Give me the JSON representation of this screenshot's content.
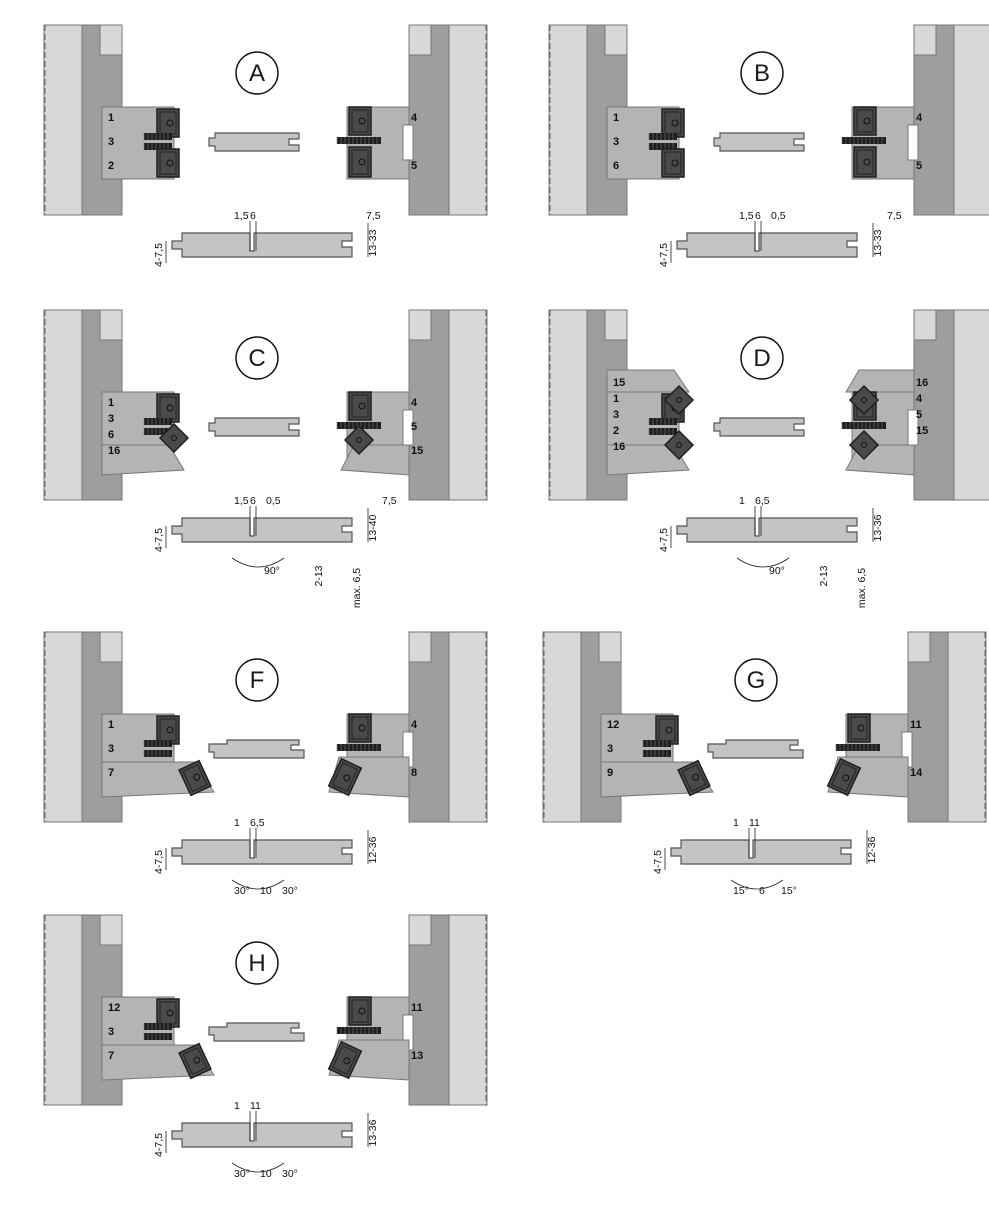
{
  "colors": {
    "frame_light": "#d8d8d8",
    "frame_mid": "#9e9e9e",
    "rail": "#b4b4b4",
    "tool_dark": "#4a4a4a",
    "spindle": "#1f1f1f",
    "board": "#c4c4c4",
    "board_outline": "#555555",
    "line": "#222222"
  },
  "panels": [
    {
      "id": "A",
      "left_stations": [
        "1",
        "3",
        "2"
      ],
      "right_stations": [
        "4",
        "5"
      ],
      "dims": [
        "1,5",
        "6",
        "7,5",
        "4-7,5",
        "13-33"
      ]
    },
    {
      "id": "B",
      "left_stations": [
        "1",
        "3",
        "6"
      ],
      "right_stations": [
        "4",
        "5"
      ],
      "dims": [
        "1,5",
        "6",
        "0,5",
        "7,5",
        "4-7,5",
        "13-33"
      ]
    },
    {
      "id": "C",
      "left_stations": [
        "1",
        "3",
        "6",
        "16"
      ],
      "right_stations": [
        "4",
        "5",
        "15"
      ],
      "dims": [
        "1,5",
        "6",
        "0,5",
        "7,5",
        "4-7,5",
        "13-40",
        "2-13",
        "max. 6,5",
        "90°"
      ]
    },
    {
      "id": "D",
      "left_stations": [
        "15",
        "1",
        "3",
        "2",
        "16"
      ],
      "right_stations": [
        "16",
        "4",
        "5",
        "15"
      ],
      "dims": [
        "1",
        "6,5",
        "2-13",
        "4-7,5",
        "max. 6,5",
        "13-36",
        "90°"
      ]
    },
    {
      "id": "F",
      "left_stations": [
        "1",
        "3",
        "7"
      ],
      "right_stations": [
        "4",
        "8"
      ],
      "dims": [
        "1",
        "6,5",
        "4-7,5",
        "12-36",
        "30°",
        "10",
        "30°"
      ]
    },
    {
      "id": "G",
      "left_stations": [
        "12",
        "3",
        "9"
      ],
      "right_stations": [
        "11",
        "14"
      ],
      "dims": [
        "1",
        "11",
        "4-7,5",
        "12-36",
        "15°",
        "6",
        "15°"
      ]
    },
    {
      "id": "H",
      "left_stations": [
        "12",
        "3",
        "7"
      ],
      "right_stations": [
        "11",
        "13"
      ],
      "dims": [
        "1",
        "11",
        "4-7,5",
        "13-36",
        "30°",
        "10",
        "30°"
      ]
    }
  ]
}
